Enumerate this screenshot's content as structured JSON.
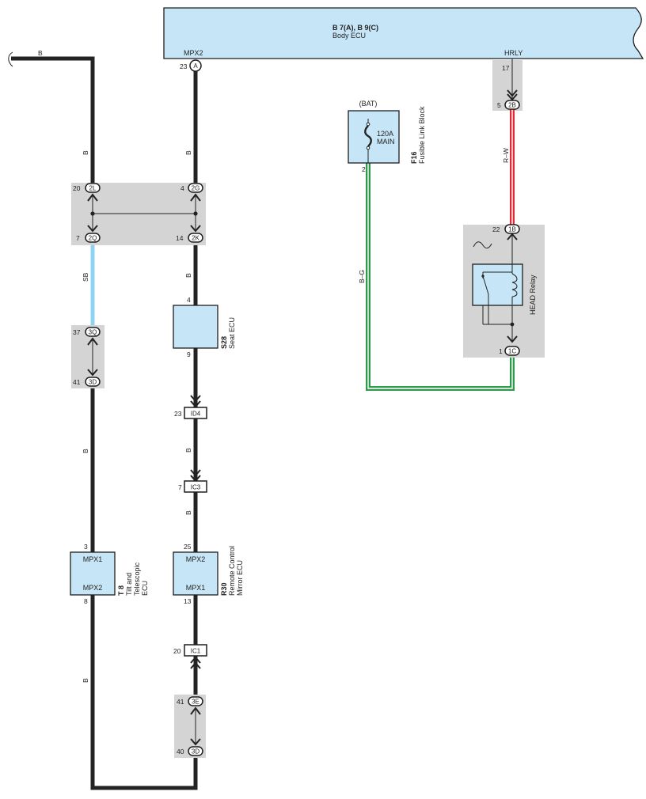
{
  "body_ecu": {
    "title": "B 7(A), B 9(C)",
    "name": "Body ECU",
    "terminal_left": "MPX2",
    "terminal_right": "HRLY",
    "pin_left": "23",
    "pin_left_conn": "A",
    "pin_right": "17"
  },
  "fusible_link": {
    "top_label": "(BAT)",
    "rating": "120A",
    "name_line": "MAIN",
    "code": "F16",
    "description": "Fusible Link Block",
    "pin": "2"
  },
  "head_relay": {
    "name": "HEAD Relay",
    "pin_in": "22",
    "conn_in": "1B",
    "pin_out": "1",
    "conn_out": "1C"
  },
  "seat_ecu": {
    "code": "S28",
    "name": "Seat ECU",
    "pin_in": "4",
    "pin_out": "9"
  },
  "tilt_ecu": {
    "code": "T 8",
    "name_l1": "Tilt and",
    "name_l2": "Telescopic",
    "name_l3": "ECU",
    "term_top": "MPX1",
    "term_bottom": "MPX2",
    "pin_top": "3",
    "pin_bottom": "8"
  },
  "mirror_ecu": {
    "code": "R30",
    "name_l1": "Remote Control",
    "name_l2": "Mirror ECU",
    "term_top": "MPX2",
    "term_bottom": "MPX1",
    "pin_top": "25",
    "pin_bottom": "13"
  },
  "junctions": {
    "j2L": {
      "pin": "20",
      "conn": "2L"
    },
    "j2G": {
      "pin": "4",
      "conn": "2G"
    },
    "j2Q": {
      "pin": "7",
      "conn": "2Q"
    },
    "j2K": {
      "pin": "14",
      "conn": "2K"
    },
    "j3Q": {
      "pin": "37",
      "conn": "3Q"
    },
    "j3D_upper": {
      "pin": "41",
      "conn": "3D"
    },
    "j3E": {
      "pin": "41",
      "conn": "3E"
    },
    "j3D_lower": {
      "pin": "40",
      "conn": "3D"
    },
    "j2B": {
      "pin": "5",
      "conn": "2B"
    }
  },
  "inline_connectors": {
    "id4": {
      "pin": "23",
      "label": "ID4"
    },
    "ic3": {
      "pin": "7",
      "label": "IC3"
    },
    "ic1": {
      "pin": "20",
      "label": "IC1"
    }
  },
  "wire_colors": {
    "top_left": "B",
    "left_upper": "B",
    "mid_upper": "B",
    "sb": "SB",
    "mid_seat": "B",
    "left_lower": "B",
    "mid_id4": "B",
    "mid_ic3": "B",
    "left_bottom": "B",
    "rw": "R–W",
    "bg": "B–G"
  },
  "colors": {
    "wire_black": "#232323",
    "wire_sb": "#8fd3f2",
    "wire_red": "#e02a36",
    "wire_green": "#2f9a4b",
    "component_fill": "#c6e6f7",
    "junction_fill": "#d4d4d4"
  }
}
